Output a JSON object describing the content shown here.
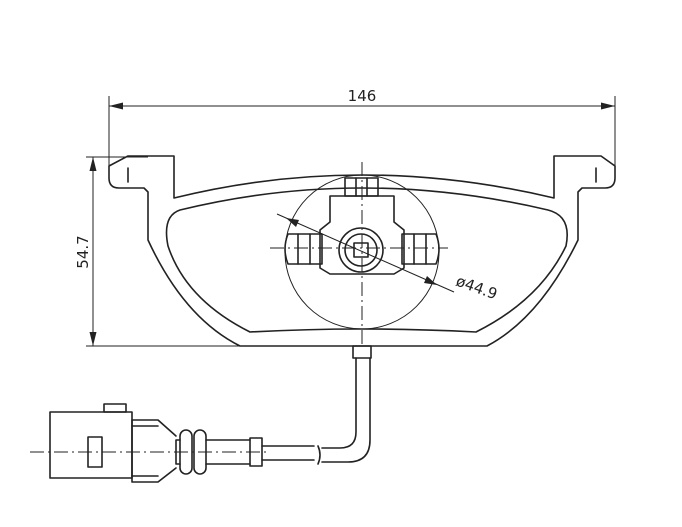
{
  "dimensions": {
    "width_label": "146",
    "height_label": "54.7",
    "diameter_label": "ø44.9"
  }
}
